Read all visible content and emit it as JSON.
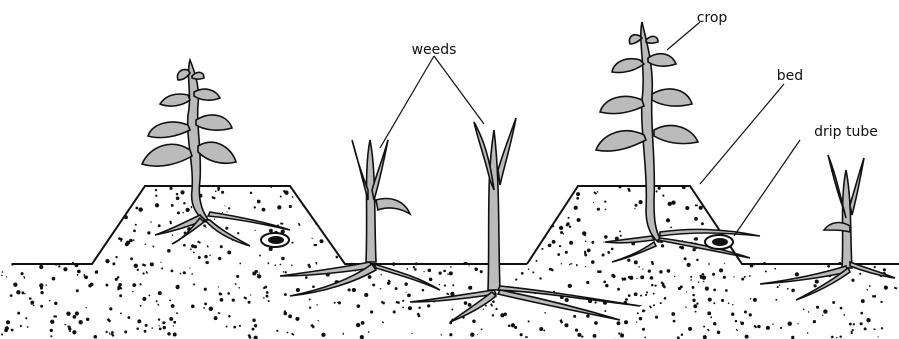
{
  "labels": {
    "crop": "crop",
    "weeds": "weeds",
    "bed": "bed",
    "drip_tube": "drip tube"
  }
}
